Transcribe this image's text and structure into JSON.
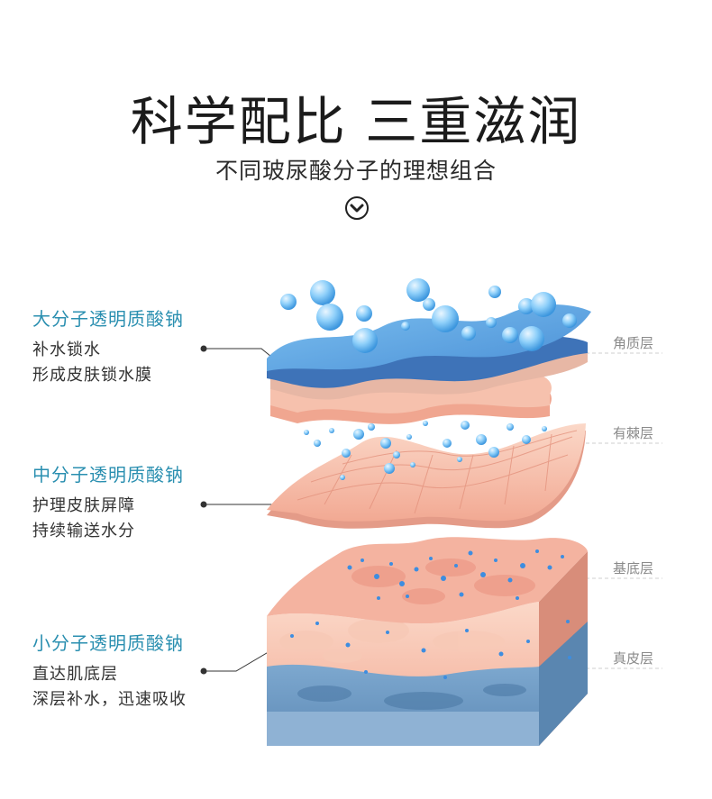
{
  "header": {
    "title": "科学配比  三重滋润",
    "subtitle": "不同玻尿酸分子的理想组合"
  },
  "callouts": [
    {
      "title": "大分子透明质酸钠",
      "lines": [
        "补水锁水",
        "形成皮肤锁水膜"
      ]
    },
    {
      "title": "中分子透明质酸钠",
      "lines": [
        "护理皮肤屏障",
        "持续输送水分"
      ]
    },
    {
      "title": "小分子透明质酸钠",
      "lines": [
        "直达肌底层",
        "深层补水，迅速吸收"
      ]
    }
  ],
  "layers": [
    "角质层",
    "有棘层",
    "基底层",
    "真皮层"
  ],
  "colors": {
    "accent": "#2a8fb0",
    "skin": "#f4b9a3",
    "water": "#5aa9e6",
    "dermis": "#6f9cc4"
  },
  "icons": {
    "scroll_down": "chevron-down-circle-icon"
  }
}
